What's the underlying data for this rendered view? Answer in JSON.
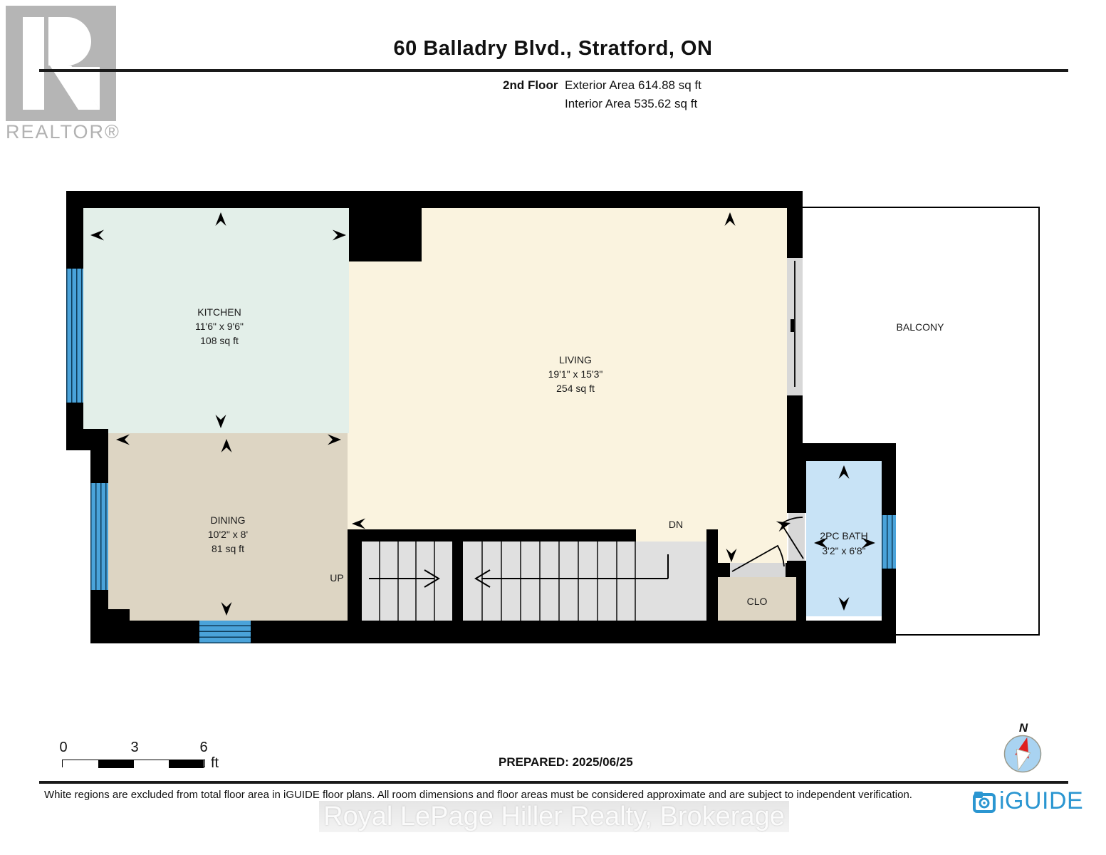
{
  "header": {
    "title": "60 Balladry Blvd., Stratford, ON",
    "floor_label": "2nd Floor",
    "exterior_area": "Exterior Area 614.88 sq ft",
    "interior_area": "Interior Area 535.62 sq ft"
  },
  "branding": {
    "realtor_logo_text": "REALTOR®",
    "iguide_logo_text": "iGUIDE",
    "watermark": "Royal LePage Hiller Realty, Brokerage"
  },
  "rooms": {
    "kitchen": {
      "name": "KITCHEN",
      "dims": "11'6\" x 9'6\"",
      "area": "108 sq ft"
    },
    "living": {
      "name": "LIVING",
      "dims": "19'1\" x 15'3\"",
      "area": "254 sq ft"
    },
    "dining": {
      "name": "DINING",
      "dims": "10'2\" x 8'",
      "area": "81 sq ft"
    },
    "bath": {
      "name": "2PC BATH",
      "dims": "3'2\" x 6'8\""
    },
    "closet": {
      "name": "CLO"
    },
    "balcony": {
      "name": "BALCONY"
    }
  },
  "stairs": {
    "up_label": "UP",
    "down_label": "DN"
  },
  "scale_bar": {
    "tick_0": "0",
    "tick_3": "3",
    "tick_6": "6",
    "unit": "ft"
  },
  "prepared_label": "PREPARED: 2025/06/25",
  "compass": {
    "north_label": "N"
  },
  "footer": {
    "disclaimer": "White regions are excluded from total floor area in iGUIDE floor plans. All room dimensions and floor areas must be considered approximate and are subject to independent verification."
  },
  "colors": {
    "wall": "#000000",
    "window_blue": "#4aa3da",
    "kitchen_fill": "#e3efe9",
    "dining_fill": "#ddd5c3",
    "living_fill": "#faf3df",
    "bath_fill": "#c8e3f6",
    "stair_fill": "#e0e0e0",
    "door_gray": "#d8d8d8",
    "iguide_blue": "#2b96d1",
    "compass_blue": "#a9d3f1",
    "needle_red": "#e02020",
    "logo_gray": "#b5b5b5"
  }
}
